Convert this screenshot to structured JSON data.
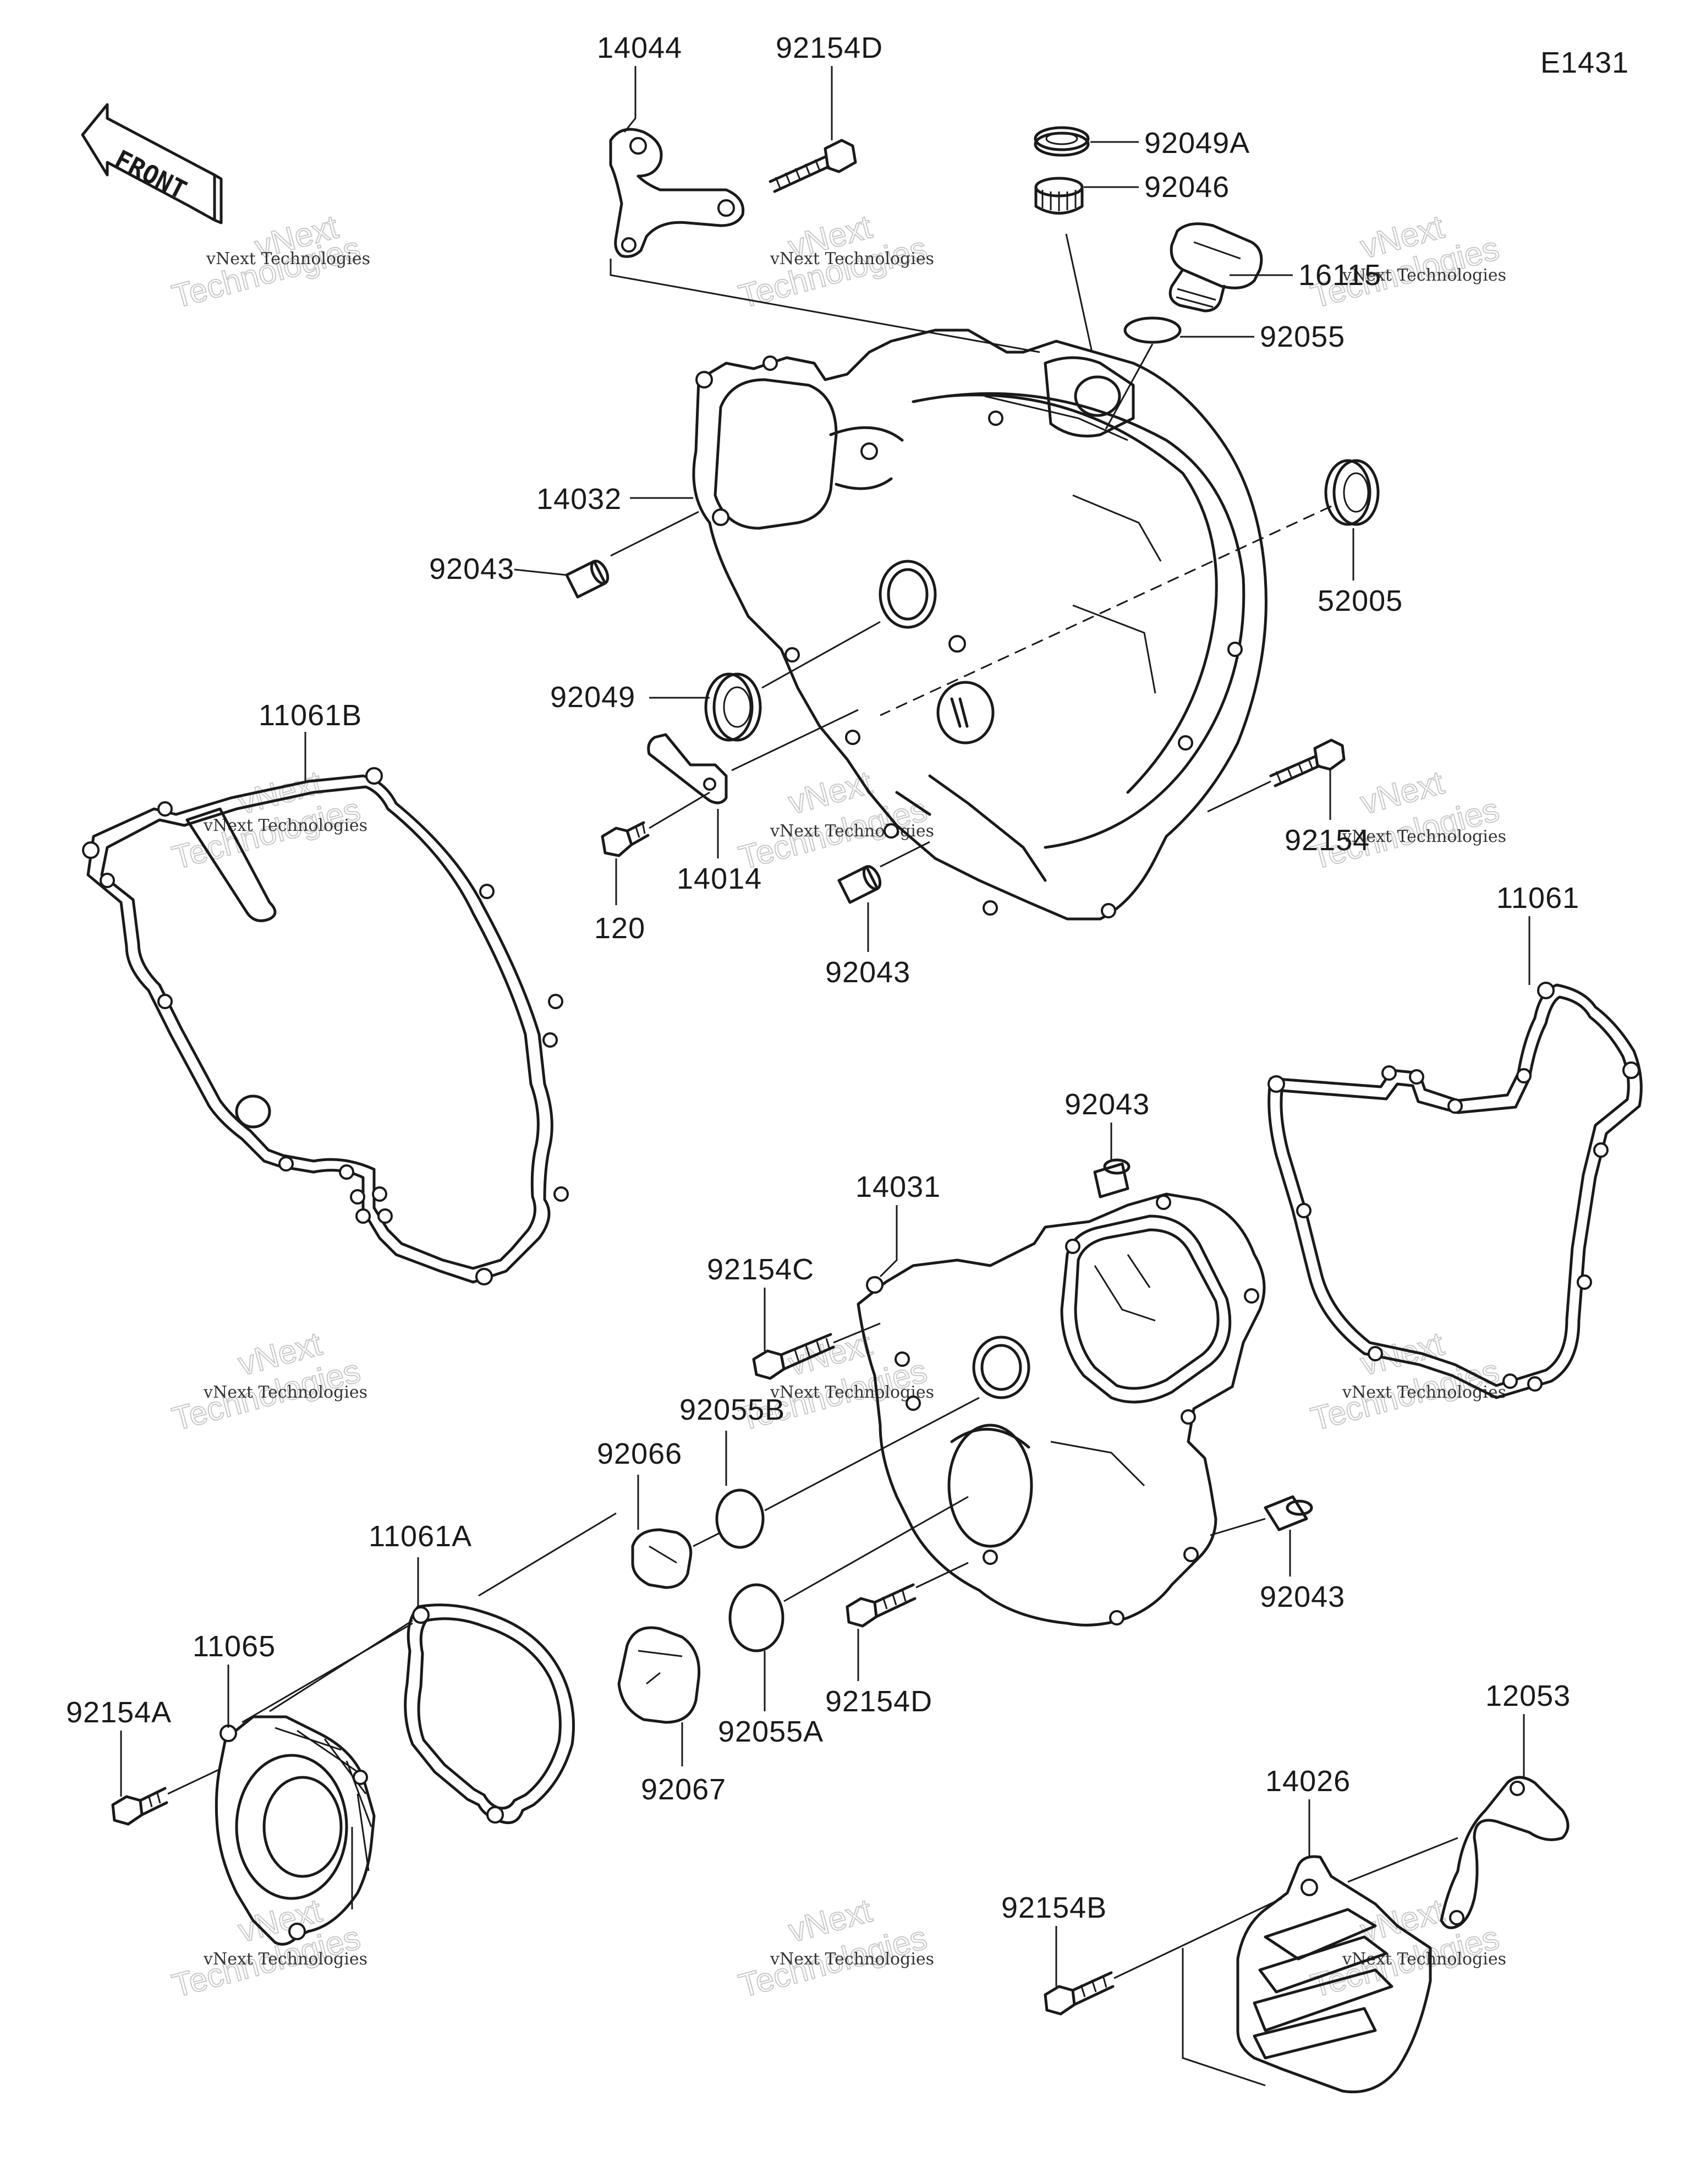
{
  "diagram": {
    "code": "E1431",
    "front_label": "FRONT",
    "watermark": {
      "line1": "vNext Technologies",
      "line2": "Technologies",
      "line0": "vNext"
    },
    "parts": {
      "p14044": "14044",
      "p92154D_top": "92154D",
      "p92049A": "92049A",
      "p92046": "92046",
      "p16115": "16115",
      "p92055": "92055",
      "p14032": "14032",
      "p92043_a": "92043",
      "p52005": "52005",
      "p92049": "92049",
      "p11061B": "11061B",
      "p14014": "14014",
      "p120": "120",
      "p92154": "92154",
      "p92043_b": "92043",
      "p11061": "11061",
      "p92043_c": "92043",
      "p14031": "14031",
      "p92154C": "92154C",
      "p92055B": "92055B",
      "p92066": "92066",
      "p11061A": "11061A",
      "p92043_d": "92043",
      "p11065": "11065",
      "p92154A": "92154A",
      "p92154D_bot": "92154D",
      "p92055A": "92055A",
      "p92067": "92067",
      "p12053": "12053",
      "p14026": "14026",
      "p92154B": "92154B"
    }
  }
}
